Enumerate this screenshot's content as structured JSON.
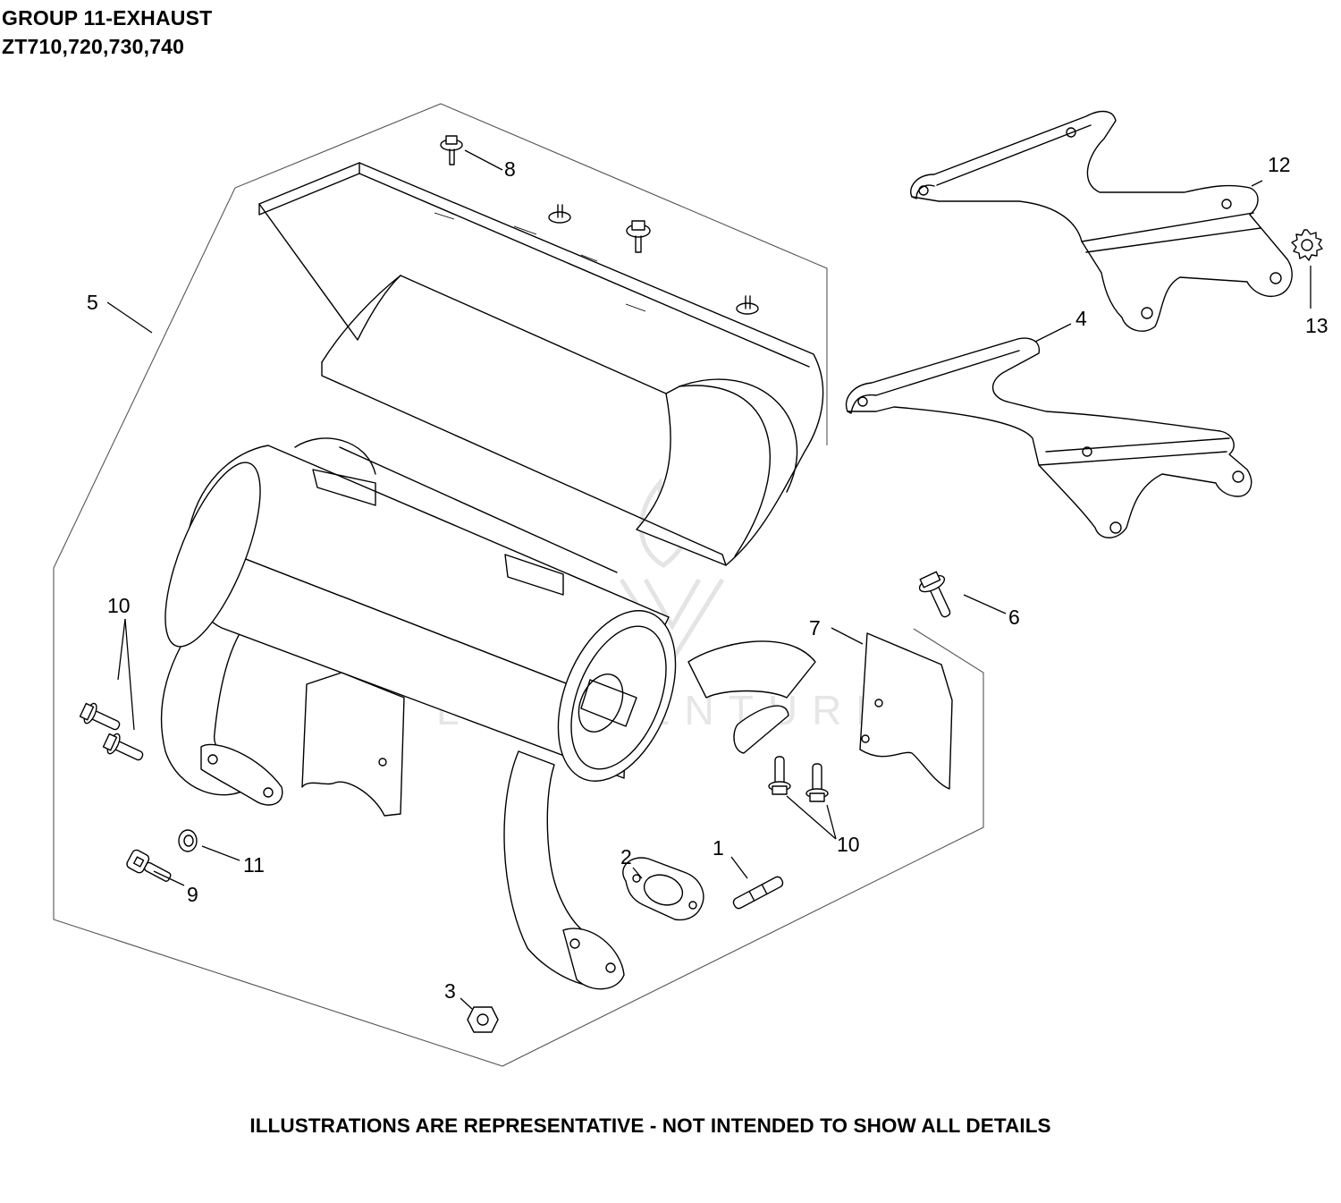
{
  "header": {
    "title": "GROUP 11-EXHAUST",
    "models": "ZT710,720,730,740"
  },
  "footer": {
    "disclaimer": "ILLUSTRATIONS ARE REPRESENTATIVE - NOT INTENDED TO SHOW ALL DETAILS"
  },
  "watermark": {
    "text": "LEADVENTURE"
  },
  "callouts": {
    "c1": "1",
    "c2": "2",
    "c3": "3",
    "c4": "4",
    "c5": "5",
    "c6": "6",
    "c7": "7",
    "c8": "8",
    "c9": "9",
    "c10a": "10",
    "c10b": "10",
    "c11": "11",
    "c12": "12",
    "c13": "13"
  }
}
